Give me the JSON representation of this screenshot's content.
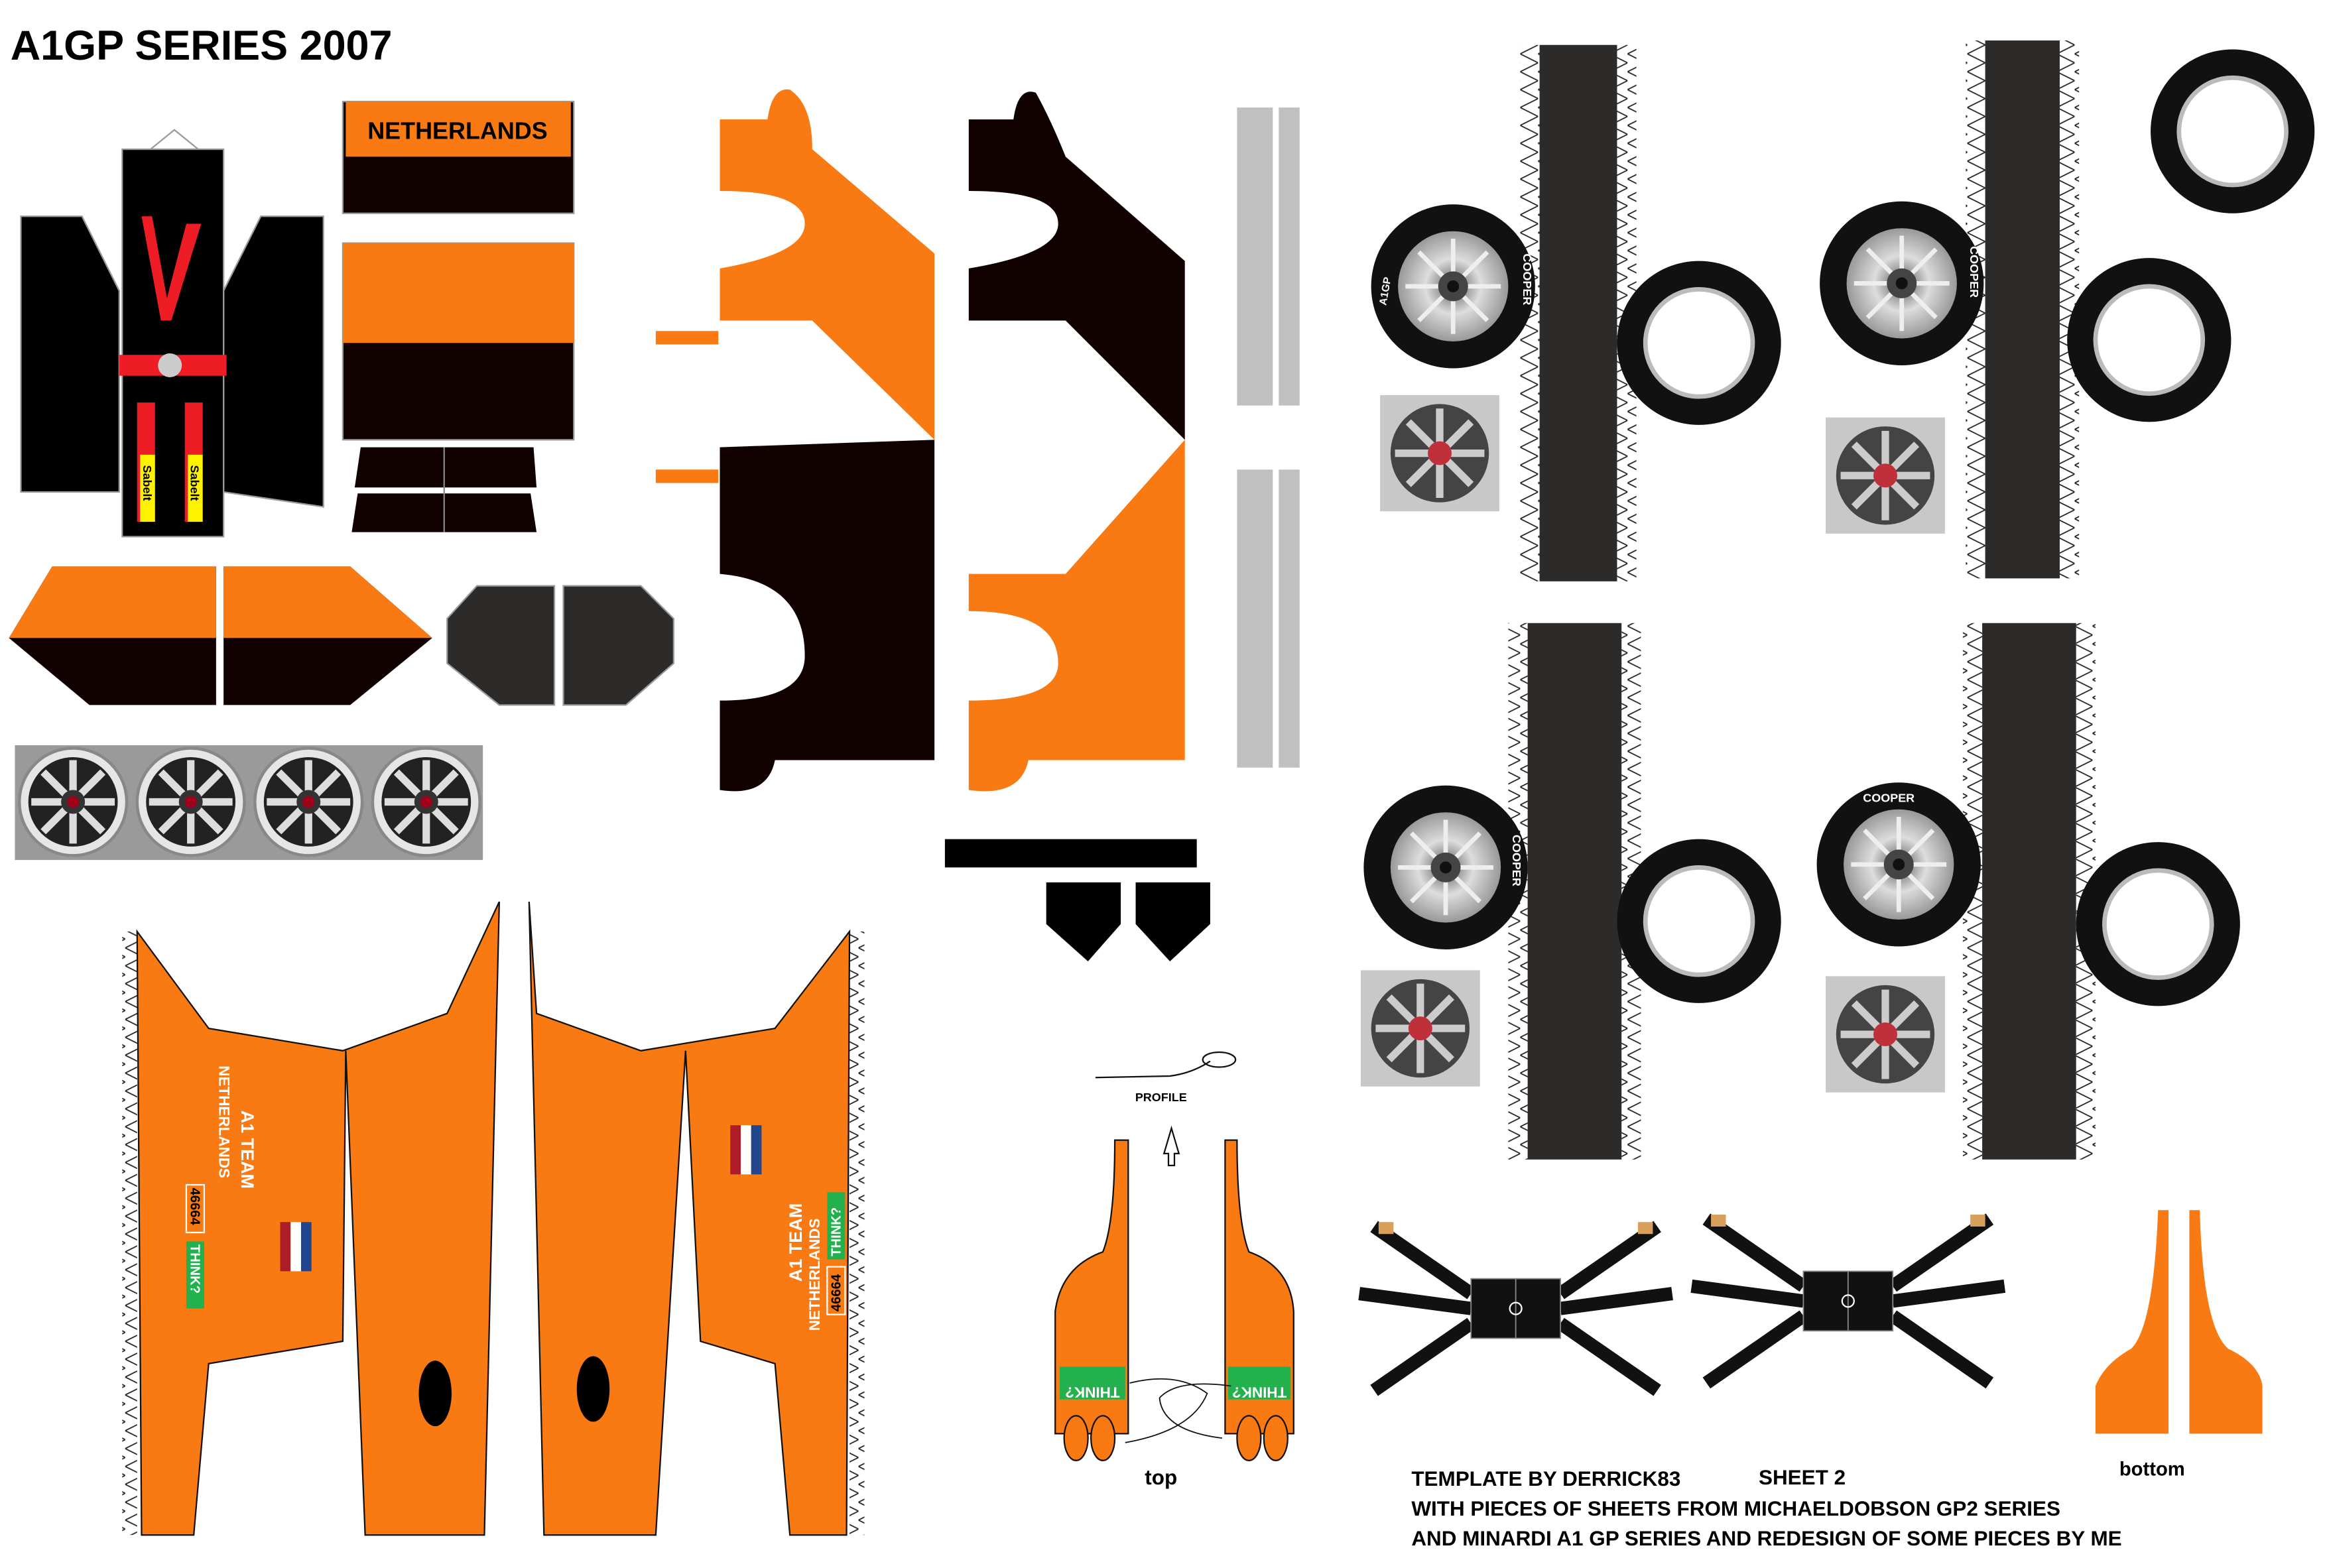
{
  "title": "A1GP SERIES 2007",
  "banner_label": "NETHERLANDS",
  "harness_brand": "Sabelt",
  "sidepod": {
    "team_line1": "A1 TEAM",
    "team_line2": "NETHERLANDS",
    "charity_number": "46664",
    "sponsor": "THINK?"
  },
  "tyre": {
    "brand": "COOPER",
    "series": "A1GP"
  },
  "labels": {
    "profile": "PROFILE",
    "top": "top",
    "bottom": "bottom"
  },
  "credits": {
    "line1": "TEMPLATE BY DERRICK83",
    "sheet": "SHEET 2",
    "line2": "WITH PIECES OF SHEETS FROM MICHAELDOBSON GP2 SERIES",
    "line3": "AND MINARDI A1 GP SERIES AND REDESIGN OF SOME PIECES BY ME"
  },
  "colors": {
    "orange": "#F97A12",
    "black": "#100000",
    "dark_gray": "#2d2a2a",
    "strip_gray": "#c0c0c0",
    "sponsor_green": "#22b14c",
    "harness_red": "#ee1c24",
    "harness_yellow": "#fff200"
  }
}
